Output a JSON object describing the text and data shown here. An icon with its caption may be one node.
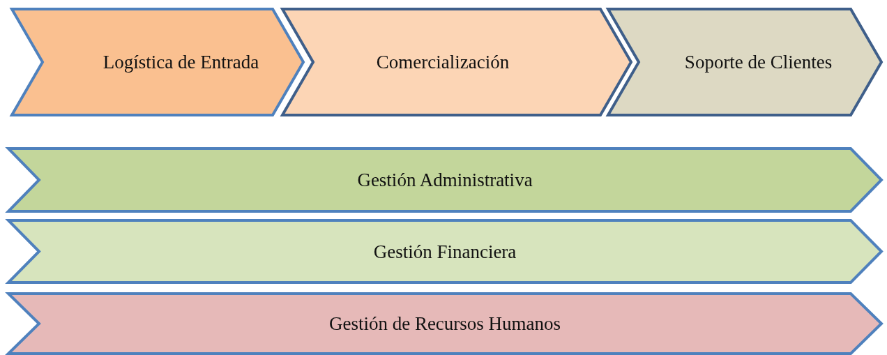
{
  "diagram": {
    "nodes": [
      {
        "text": [
          "Logística de Entrada"
        ]
      },
      {
        "text": [
          "Comercialización"
        ]
      },
      {
        "text": [
          "Soporte de Clientes"
        ]
      },
      {
        "text": [
          "Gestión Administrativa"
        ]
      },
      {
        "text": [
          "Gestión Financiera"
        ]
      },
      {
        "text": [
          "Gestión de Recursos Humanos"
        ]
      }
    ]
  }
}
